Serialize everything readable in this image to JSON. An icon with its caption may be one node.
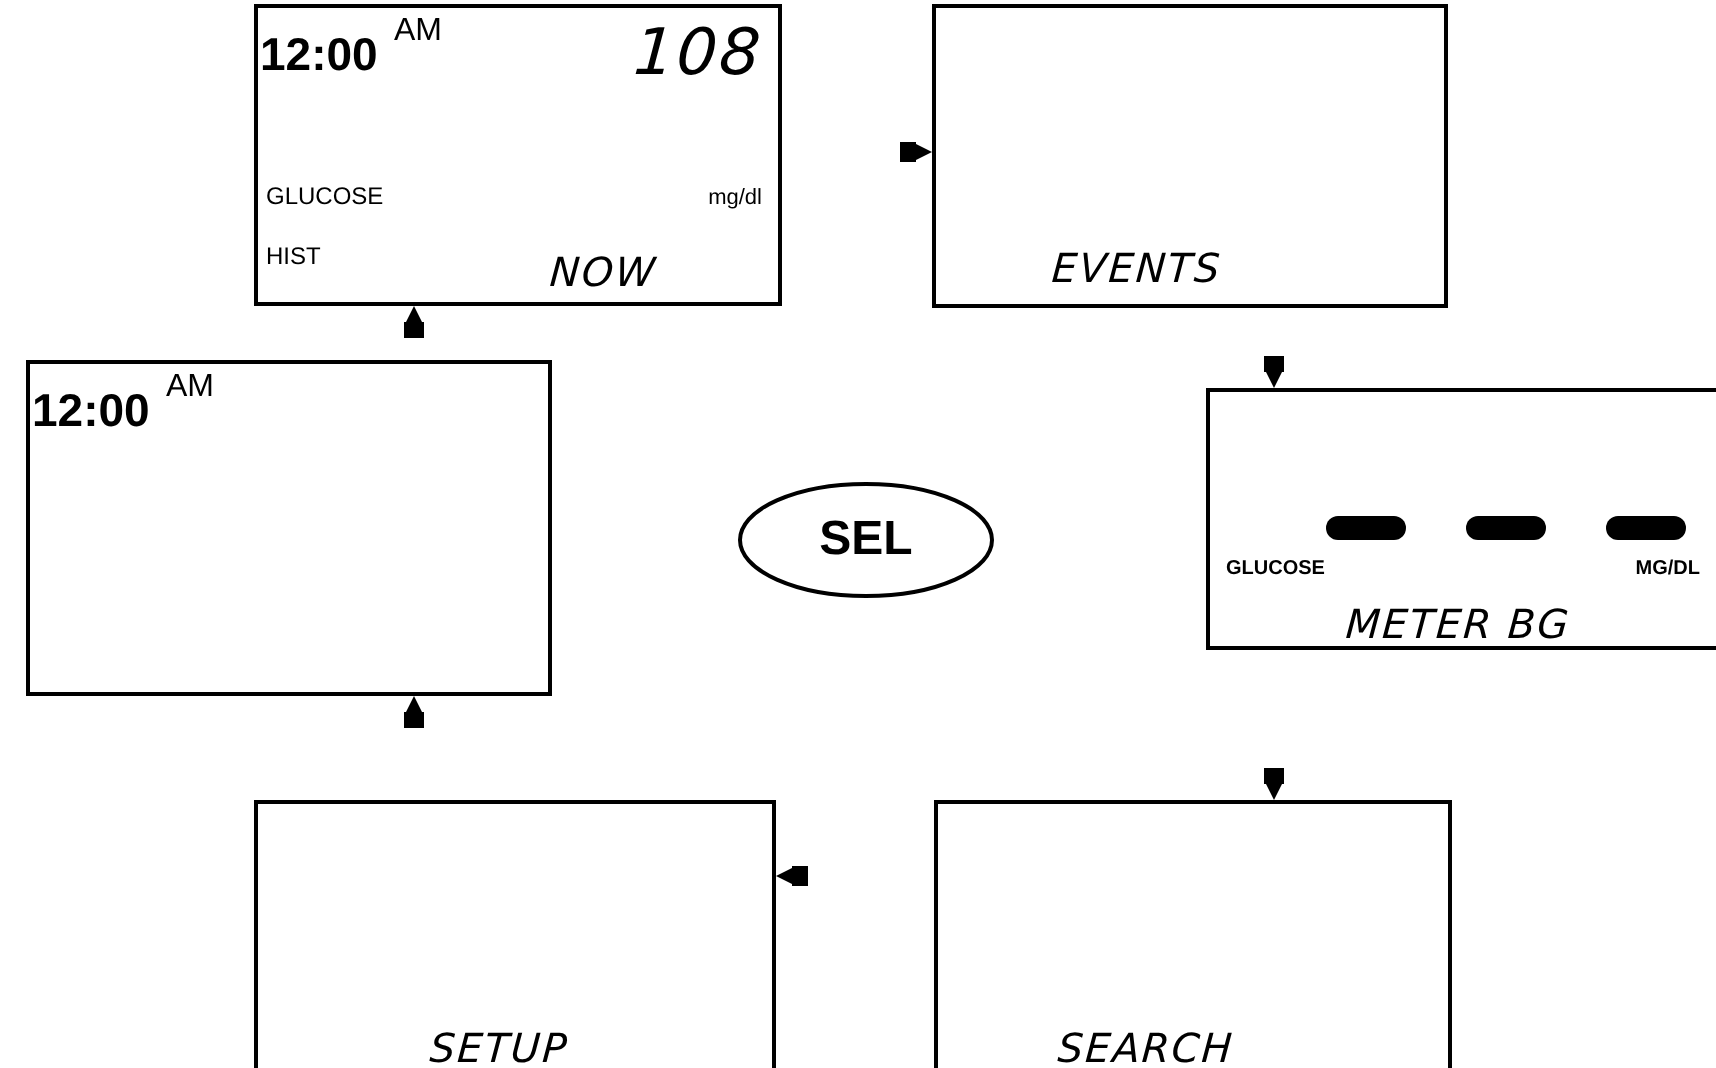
{
  "diagram": {
    "nodes": [
      {
        "text": [
          "12:00",
          "AM",
          "108",
          "GLUCOSE",
          "mg/dl",
          "HIST",
          "NOW"
        ]
      },
      {
        "text": [
          "EVENTS"
        ]
      },
      {
        "text": [
          "GLUCOSE",
          "MG/DL",
          "METER BG"
        ]
      },
      {
        "text": [
          "SEARCH"
        ]
      },
      {
        "text": [
          "SETUP"
        ]
      },
      {
        "text": [
          "12:00",
          "AM"
        ]
      },
      {
        "text": [
          "SEL"
        ]
      }
    ],
    "edges": [
      {
        "from": 0,
        "to": 1,
        "arrow": "to"
      },
      {
        "from": 1,
        "to": 2,
        "arrow": "to"
      },
      {
        "from": 2,
        "to": 3,
        "arrow": "to"
      },
      {
        "from": 3,
        "to": 4,
        "arrow": "to"
      },
      {
        "from": 4,
        "to": 5,
        "arrow": "to"
      },
      {
        "from": 5,
        "to": 0,
        "arrow": "to"
      }
    ]
  }
}
